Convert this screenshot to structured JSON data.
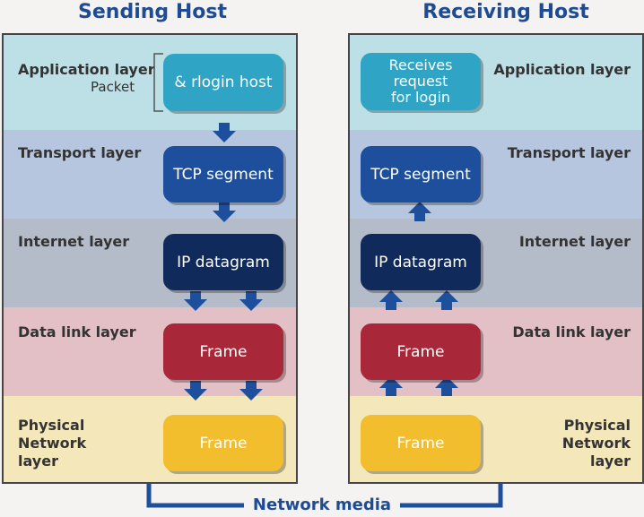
{
  "titles": {
    "sending": "Sending Host",
    "receiving": "Receiving Host"
  },
  "layers": {
    "application": "Application layer",
    "transport": "Transport layer",
    "internet": "Internet layer",
    "datalink": "Data link layer",
    "physical_lines": [
      "Physical",
      "Network",
      "layer"
    ]
  },
  "sending": {
    "packet_label": "Packet",
    "app_box": "& rlogin host",
    "transport_box": "TCP segment",
    "internet_box": "IP datagram",
    "datalink_box": "Frame",
    "physical_box": "Frame"
  },
  "receiving": {
    "app_box_lines": [
      "Receives",
      "request",
      "for login"
    ],
    "transport_box": "TCP segment",
    "internet_box": "IP datagram",
    "datalink_box": "Frame",
    "physical_box": "Frame"
  },
  "network_media": "Network media",
  "colors": {
    "title": "#1f4b93",
    "application_band": "#bde0e6",
    "transport_band": "#b6c6de",
    "internet_band": "#b5bcc9",
    "datalink_band": "#e3c0c5",
    "physical_band": "#f4e7b9",
    "application_box": "#2fa4c4",
    "transport_box": "#1d4f9c",
    "internet_box": "#112a5c",
    "datalink_box": "#a8283a",
    "physical_box": "#f2be2d",
    "arrow": "#1d4f9c"
  }
}
